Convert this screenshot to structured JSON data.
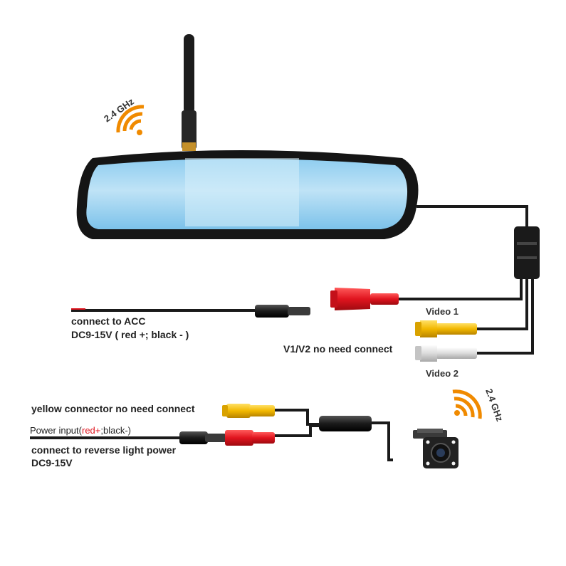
{
  "labels": {
    "freq_top": "2.4 GHz",
    "freq_bottom": "2.4 GHz",
    "acc_line1": "connect to ACC",
    "acc_line2": "DC9-15V ( red +; black - )",
    "video1": "Video 1",
    "v1v2_note": "V1/V2 no need connect",
    "video2": "Video 2",
    "yellow_note": "yellow connector no need connect",
    "power_input_prefix": "Power input(",
    "power_input_red": "red+",
    "power_input_suffix": ";black-)",
    "reverse_line1": "connect to reverse light power",
    "reverse_line2": "DC9-15V"
  },
  "colors": {
    "cable": "#1a1a1a",
    "rca_red": "#e0141e",
    "rca_yellow": "#f2b800",
    "rca_white": "#e6e6e6",
    "wifi": "#f08a00",
    "mirror_glass": "#aad8f2"
  },
  "icons": [
    "antenna-icon",
    "wifi-signal-icon",
    "camera-icon"
  ]
}
